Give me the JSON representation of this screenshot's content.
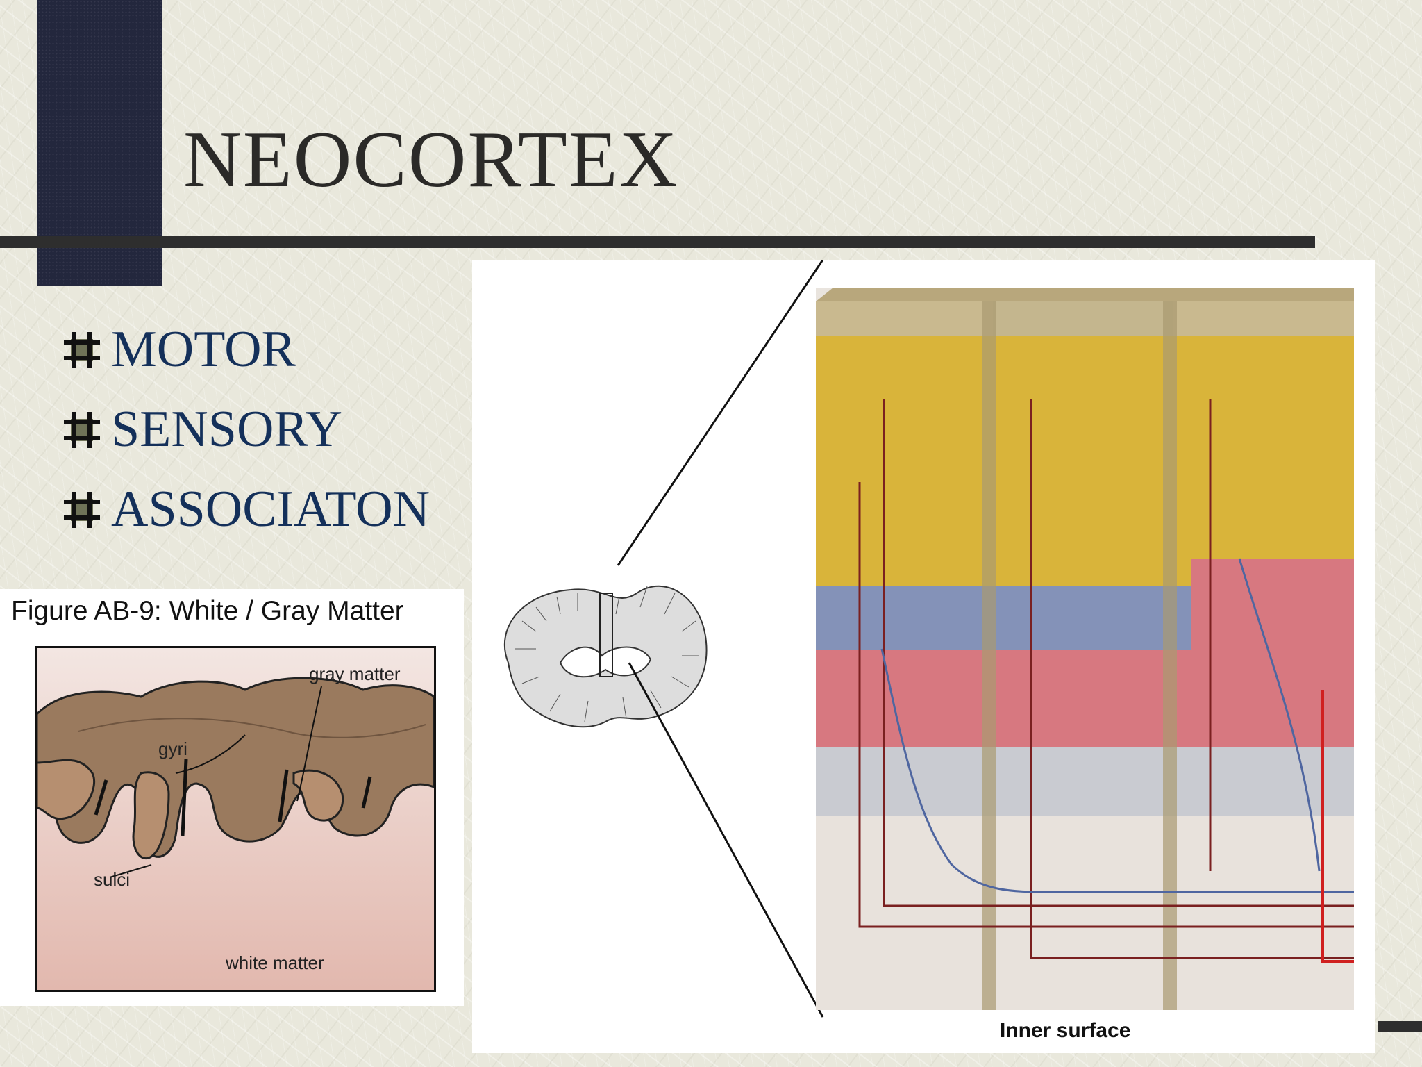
{
  "slide": {
    "title": "NEOCORTEX",
    "bullets": [
      {
        "text": "MOTOR",
        "icon": "grid-bullet-icon"
      },
      {
        "text": "SENSORY",
        "icon": "grid-bullet-icon"
      },
      {
        "text": "ASSOCIATON",
        "icon": "grid-bullet-icon"
      }
    ],
    "colors": {
      "accent_bar": "#23273d",
      "title": "#2b2a28",
      "bullet_text": "#14305a",
      "background": "#e9e8dc"
    }
  },
  "left_figure": {
    "caption": "Figure AB-9: White / Gray Matter",
    "labels": {
      "gray_matter": "gray matter",
      "gyri": "gyri",
      "sulci": "sulci",
      "white_matter": "white matter"
    }
  },
  "right_figure": {
    "caption": "Inner surface",
    "layer_colors": [
      "#d9b43a",
      "#8492b8",
      "#d77880",
      "#c9cbd1",
      "#e8e2dc"
    ]
  }
}
